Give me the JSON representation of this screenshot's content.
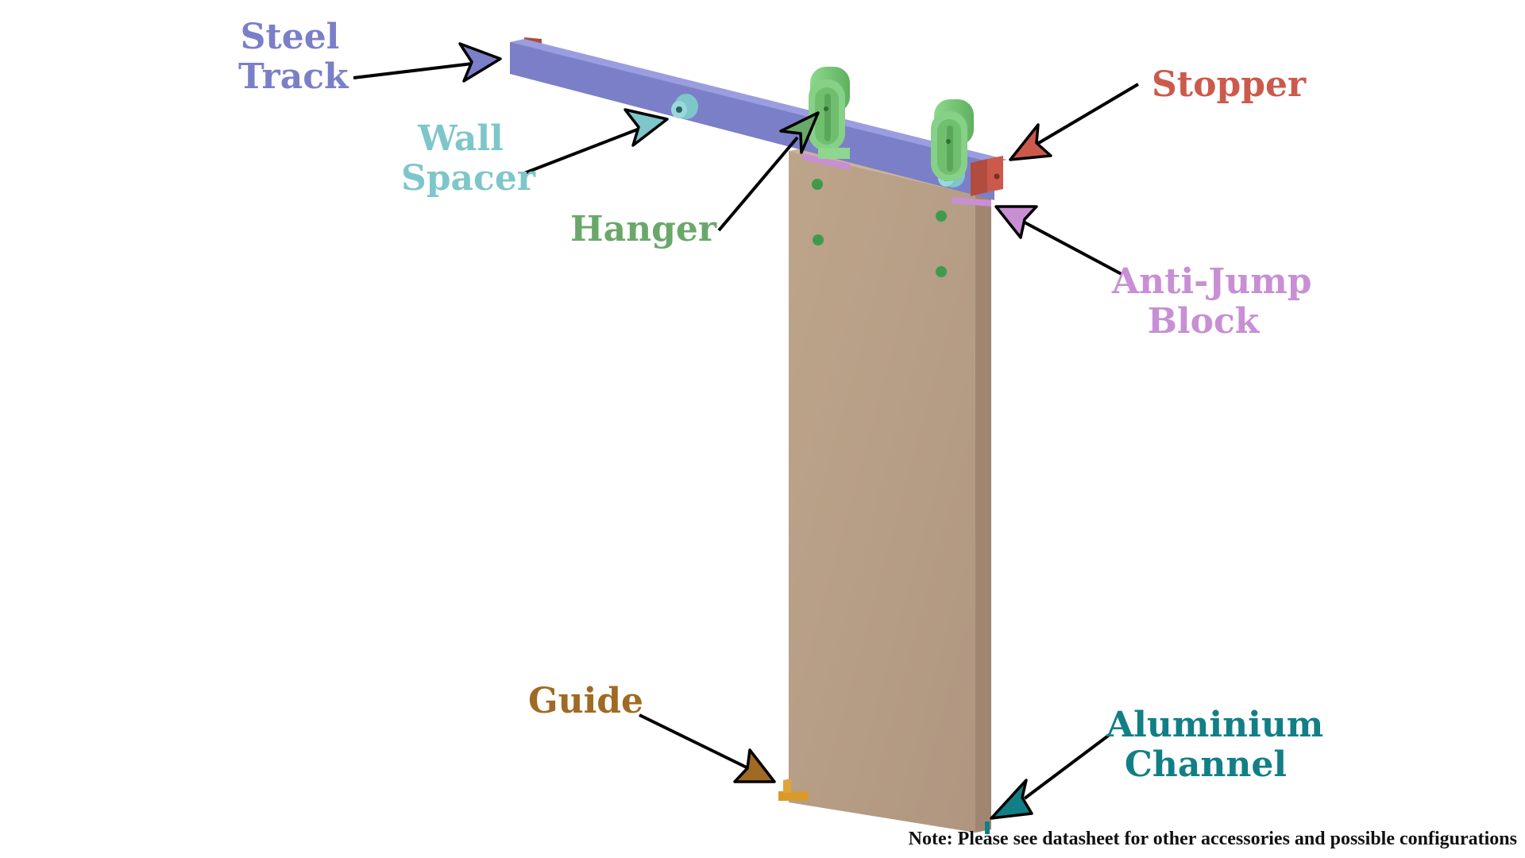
{
  "labels": {
    "steel_track": {
      "line1": "Steel",
      "line2": "Track"
    },
    "wall_spacer": {
      "line1": "Wall",
      "line2": "Spacer"
    },
    "hanger": "Hanger",
    "stopper": "Stopper",
    "anti_jump_block": {
      "line1": "Anti-Jump",
      "line2": "Block"
    },
    "guide": "Guide",
    "aluminium_channel": {
      "line1": "Aluminium",
      "line2": "Channel"
    }
  },
  "note": "Note: Please see datasheet for other accessories and possible configurations",
  "colors": {
    "steel_track": "#7b7fc8",
    "wall_spacer": "#7ec6c9",
    "hanger": "#6aa86a",
    "stopper": "#cc5a4c",
    "anti_jump_block": "#c88fd4",
    "guide": "#a06a24",
    "aluminium_channel": "#127f86",
    "door_front": "#b89f85",
    "door_side": "#a08670"
  }
}
